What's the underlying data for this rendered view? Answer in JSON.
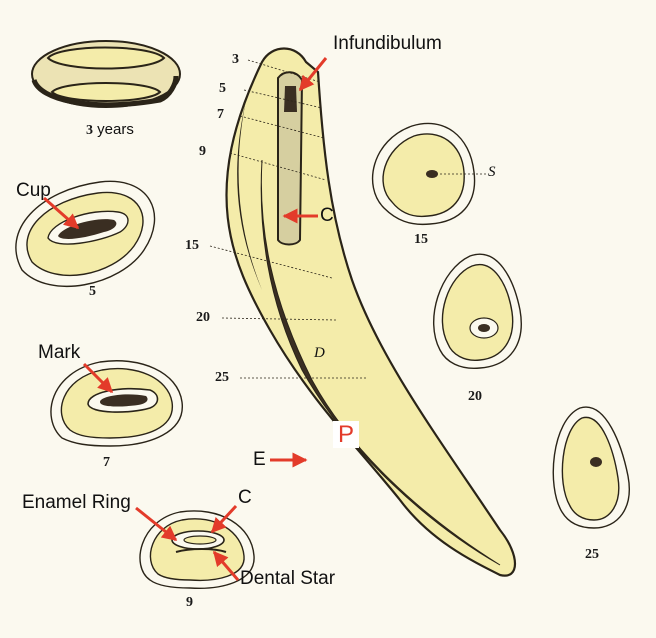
{
  "colors": {
    "paper": "#fbf9ef",
    "tooth_fill": "#f4ecaa",
    "outline": "#2a2418",
    "arrow": "#e33b2a",
    "pulp_dark": "#3a2e22"
  },
  "labels": {
    "infundibulum": "Infundibulum",
    "cup": "Cup",
    "mark": "Mark",
    "enamel_ring": "Enamel Ring",
    "dental_star": "Dental Star",
    "c_tooth": "C",
    "c_section": "C",
    "e": "E",
    "p": "P",
    "d": "D",
    "s": "S"
  },
  "sections": {
    "age3_num": "3",
    "age3_unit": " years",
    "age5": "5",
    "age7": "7",
    "age9": "9",
    "age15": "15",
    "age20": "20",
    "age25": "25"
  },
  "tooth_scale": [
    "3",
    "5",
    "7",
    "9",
    "15",
    "20",
    "25"
  ]
}
